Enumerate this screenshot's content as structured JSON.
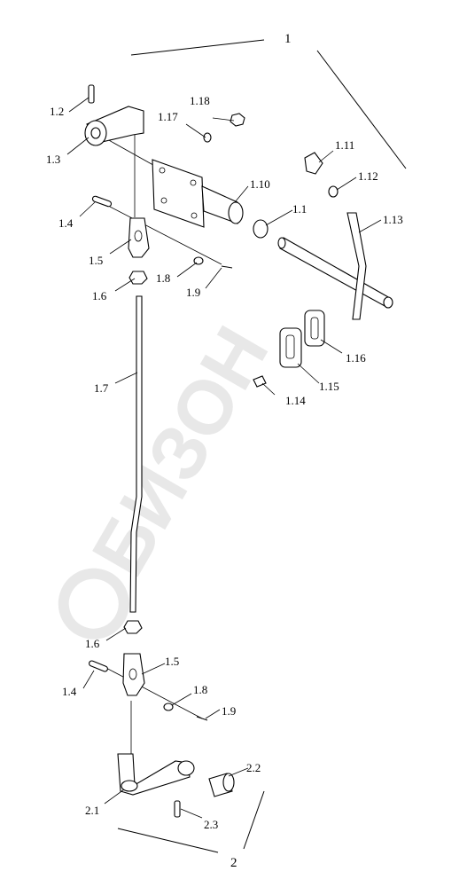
{
  "watermark": "БИЗОН",
  "labels": {
    "g1": "1",
    "g2": "2",
    "p1_1": "1.1",
    "p1_2": "1.2",
    "p1_3": "1.3",
    "p1_4a": "1.4",
    "p1_4b": "1.4",
    "p1_5a": "1.5",
    "p1_5b": "1.5",
    "p1_6a": "1.6",
    "p1_6b": "1.6",
    "p1_7": "1.7",
    "p1_8a": "1.8",
    "p1_8b": "1.8",
    "p1_9a": "1.9",
    "p1_9b": "1.9",
    "p1_10": "1.10",
    "p1_11": "1.11",
    "p1_12": "1.12",
    "p1_13": "1.13",
    "p1_14": "1.14",
    "p1_15": "1.15",
    "p1_16": "1.16",
    "p1_17": "1.17",
    "p1_18": "1.18",
    "p2_1": "2.1",
    "p2_2": "2.2",
    "p2_3": "2.3"
  }
}
